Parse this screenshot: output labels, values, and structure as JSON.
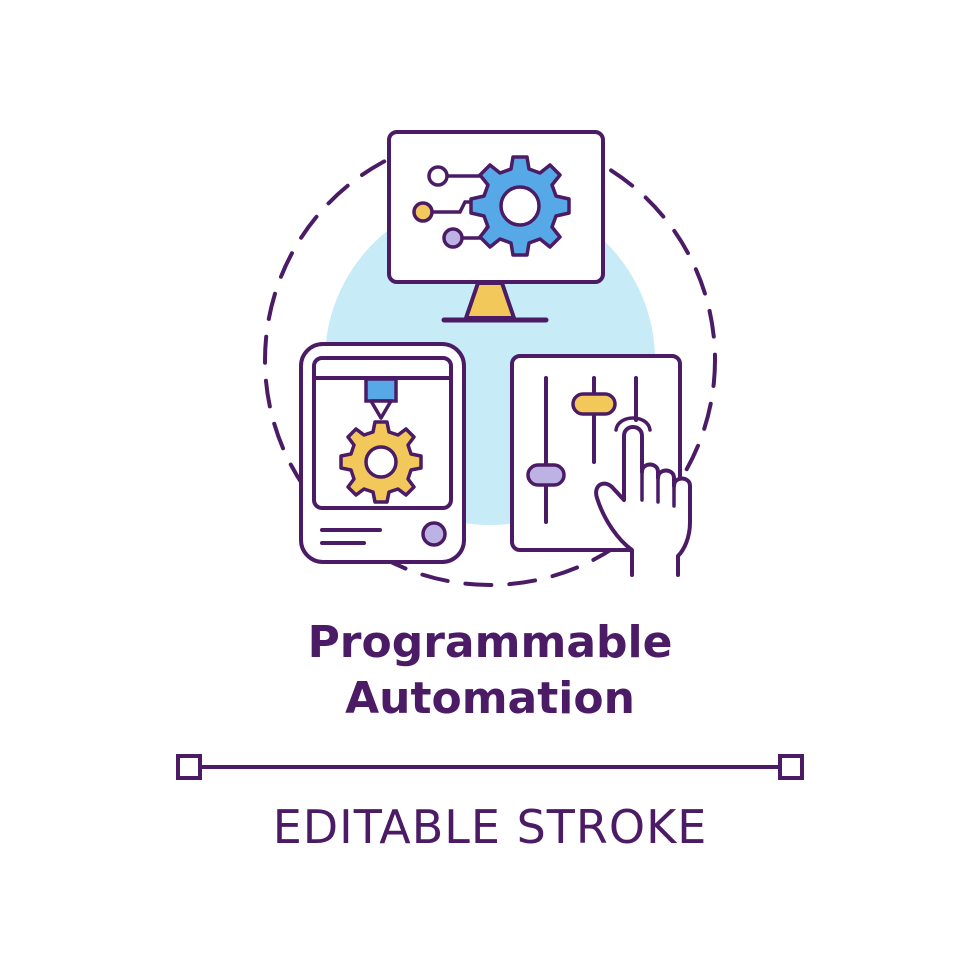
{
  "title": {
    "line1": "Programmable",
    "line2": "Automation"
  },
  "caption": "EDITABLE STROKE",
  "colors": {
    "outline": "#4b1b66",
    "background_circle": "#c7ecf7",
    "gear_blue": "#56a9e6",
    "gear_yellow": "#f2c85b",
    "accent_purple": "#bcb2e3",
    "accent_orange": "#f2c85b"
  },
  "icons": [
    "monitor-icon",
    "gear-icon",
    "printer-3d-icon",
    "mixer-sliders-icon",
    "pointing-hand-icon"
  ]
}
